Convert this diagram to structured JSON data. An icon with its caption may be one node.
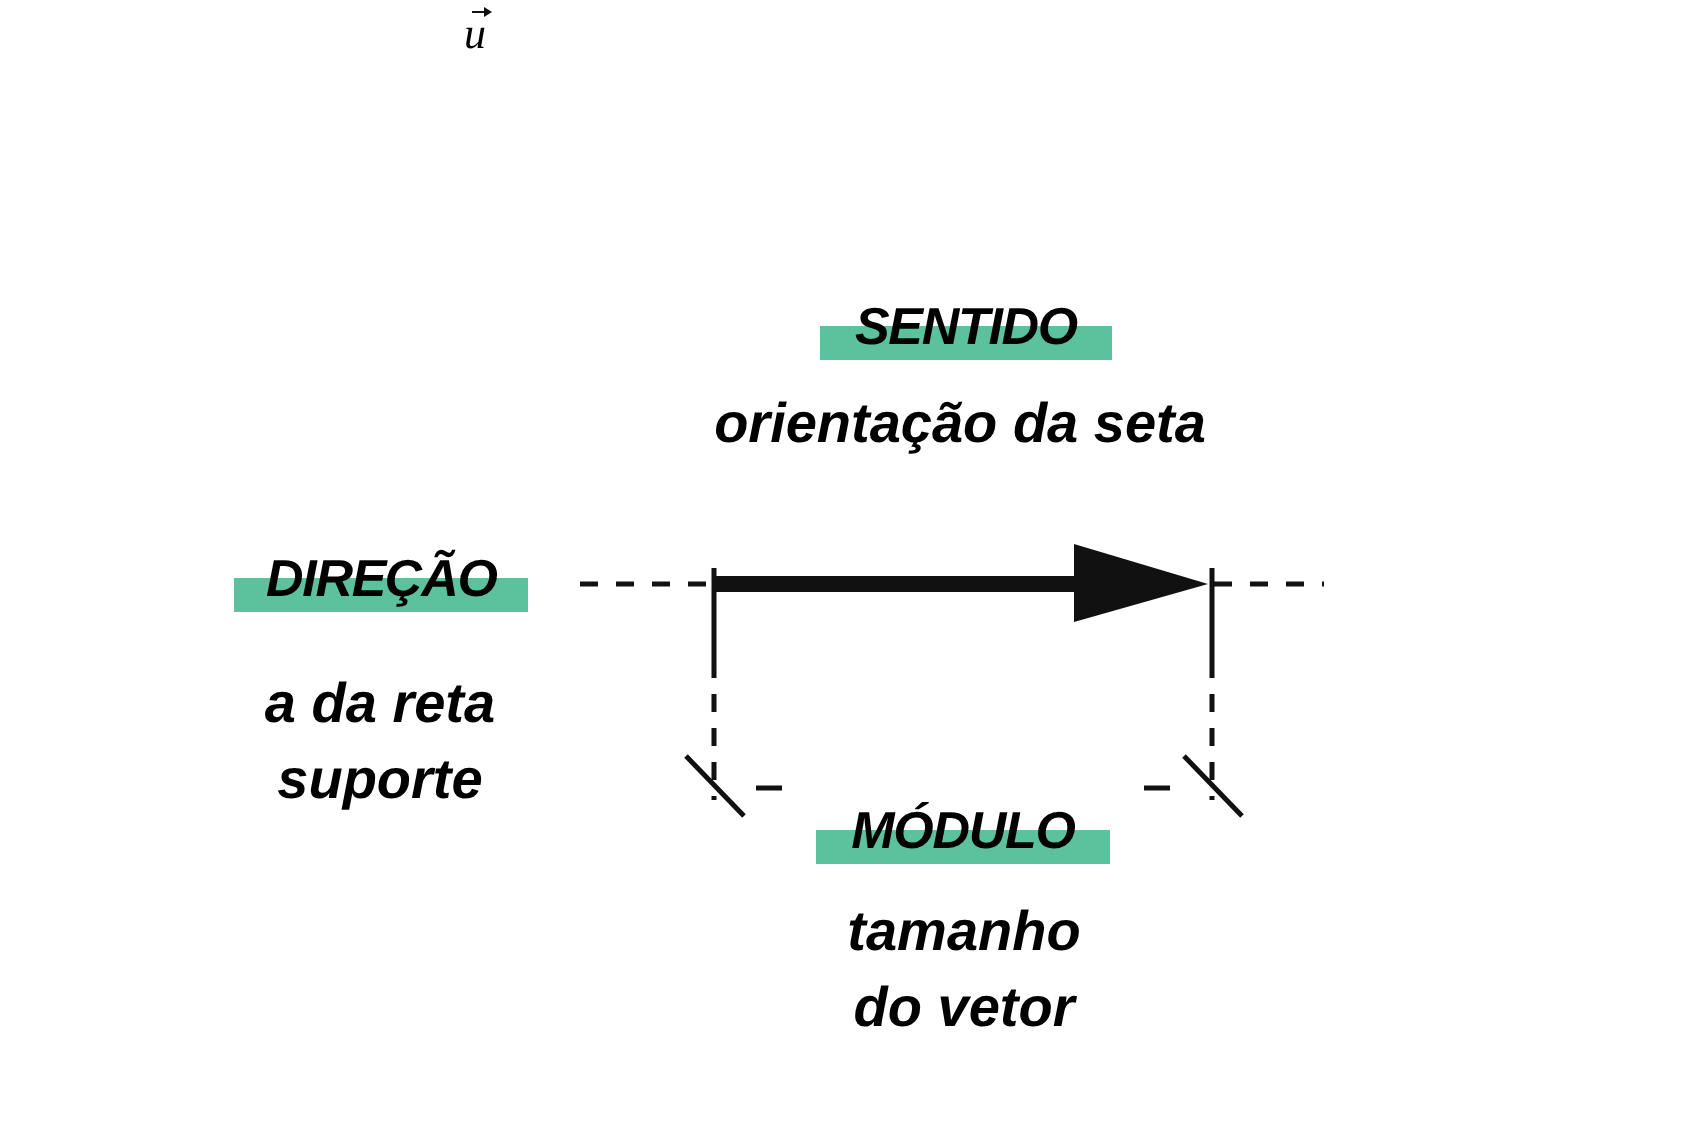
{
  "diagram": {
    "labels": [
      "u",
      "SENTIDO",
      "orientação da seta",
      "DIREÇÃO",
      "a da reta suporte",
      "MÓDULO",
      "tamanho do vetor"
    ]
  }
}
